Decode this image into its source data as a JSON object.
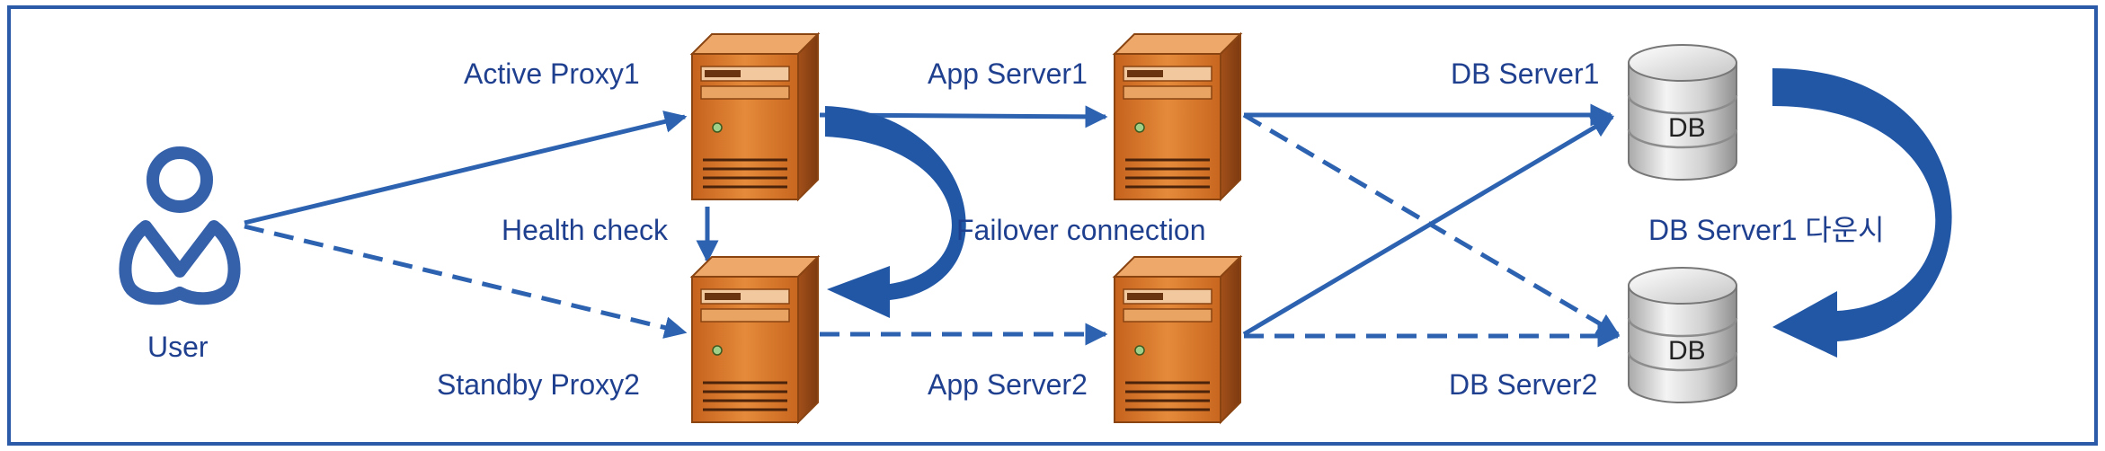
{
  "labels": {
    "active_proxy": "Active Proxy1",
    "standby_proxy": "Standby Proxy2",
    "app_server1": "App Server1",
    "app_server2": "App Server2",
    "db_server1": "DB Server1",
    "db_server2": "DB Server2",
    "user": "User",
    "health_check": "Health check",
    "failover": "Failover connection",
    "db_down": "DB Server1 다운시",
    "db_text1": "DB",
    "db_text2": "DB"
  },
  "colors": {
    "border": "#2b5aa8",
    "line": "#2c62b0",
    "text": "#1f3f8f",
    "server_orange": "#d9772a",
    "server_dark": "#9b4a14",
    "db_gray": "#d8d8d8"
  }
}
